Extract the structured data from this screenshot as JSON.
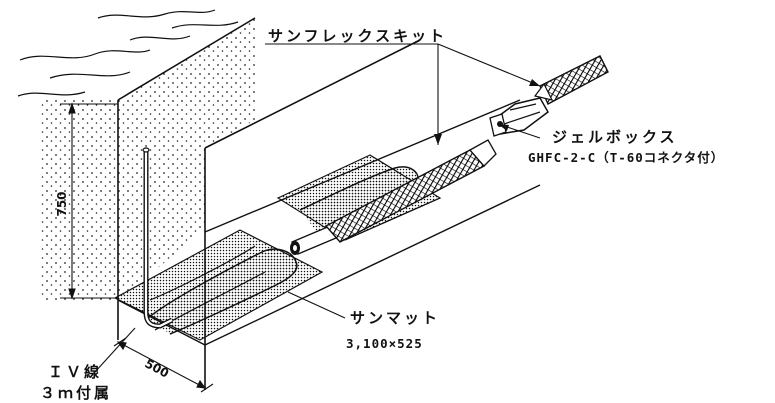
{
  "labels": {
    "sunflex_kit": "サンフレックスキット",
    "gel_box": "ジェルボックス",
    "gel_box_model": "GHFC-2-C（T-60コネクタ付）",
    "sun_mat": "サンマット",
    "sun_mat_size": "3,100×525",
    "iv_wire": "ＩＶ線",
    "iv_wire_note": "３ｍ付属"
  },
  "dimensions": {
    "depth": "750",
    "width": "500"
  },
  "colors": {
    "line": "#111111",
    "background": "#ffffff"
  }
}
